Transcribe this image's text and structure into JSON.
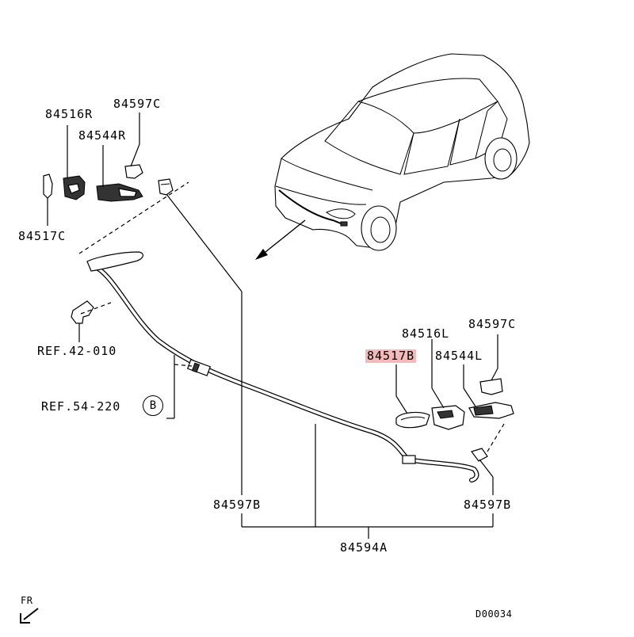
{
  "labels": {
    "p84516R": "84516R",
    "p84597C_top": "84597C",
    "p84544R": "84544R",
    "p84517C": "84517C",
    "ref42": "REF.42-010",
    "ref54": "REF.54-220",
    "refB": "B",
    "p84516L": "84516L",
    "p84597C_right": "84597C",
    "p84517B": "84517B",
    "p84544L": "84544L",
    "p84597B_left": "84597B",
    "p84597B_right": "84597B",
    "p84594A": "84594A",
    "fr": "FR",
    "diagram_code": "D00034"
  },
  "colors": {
    "highlight": "#f4b9b9",
    "line": "#000000"
  }
}
